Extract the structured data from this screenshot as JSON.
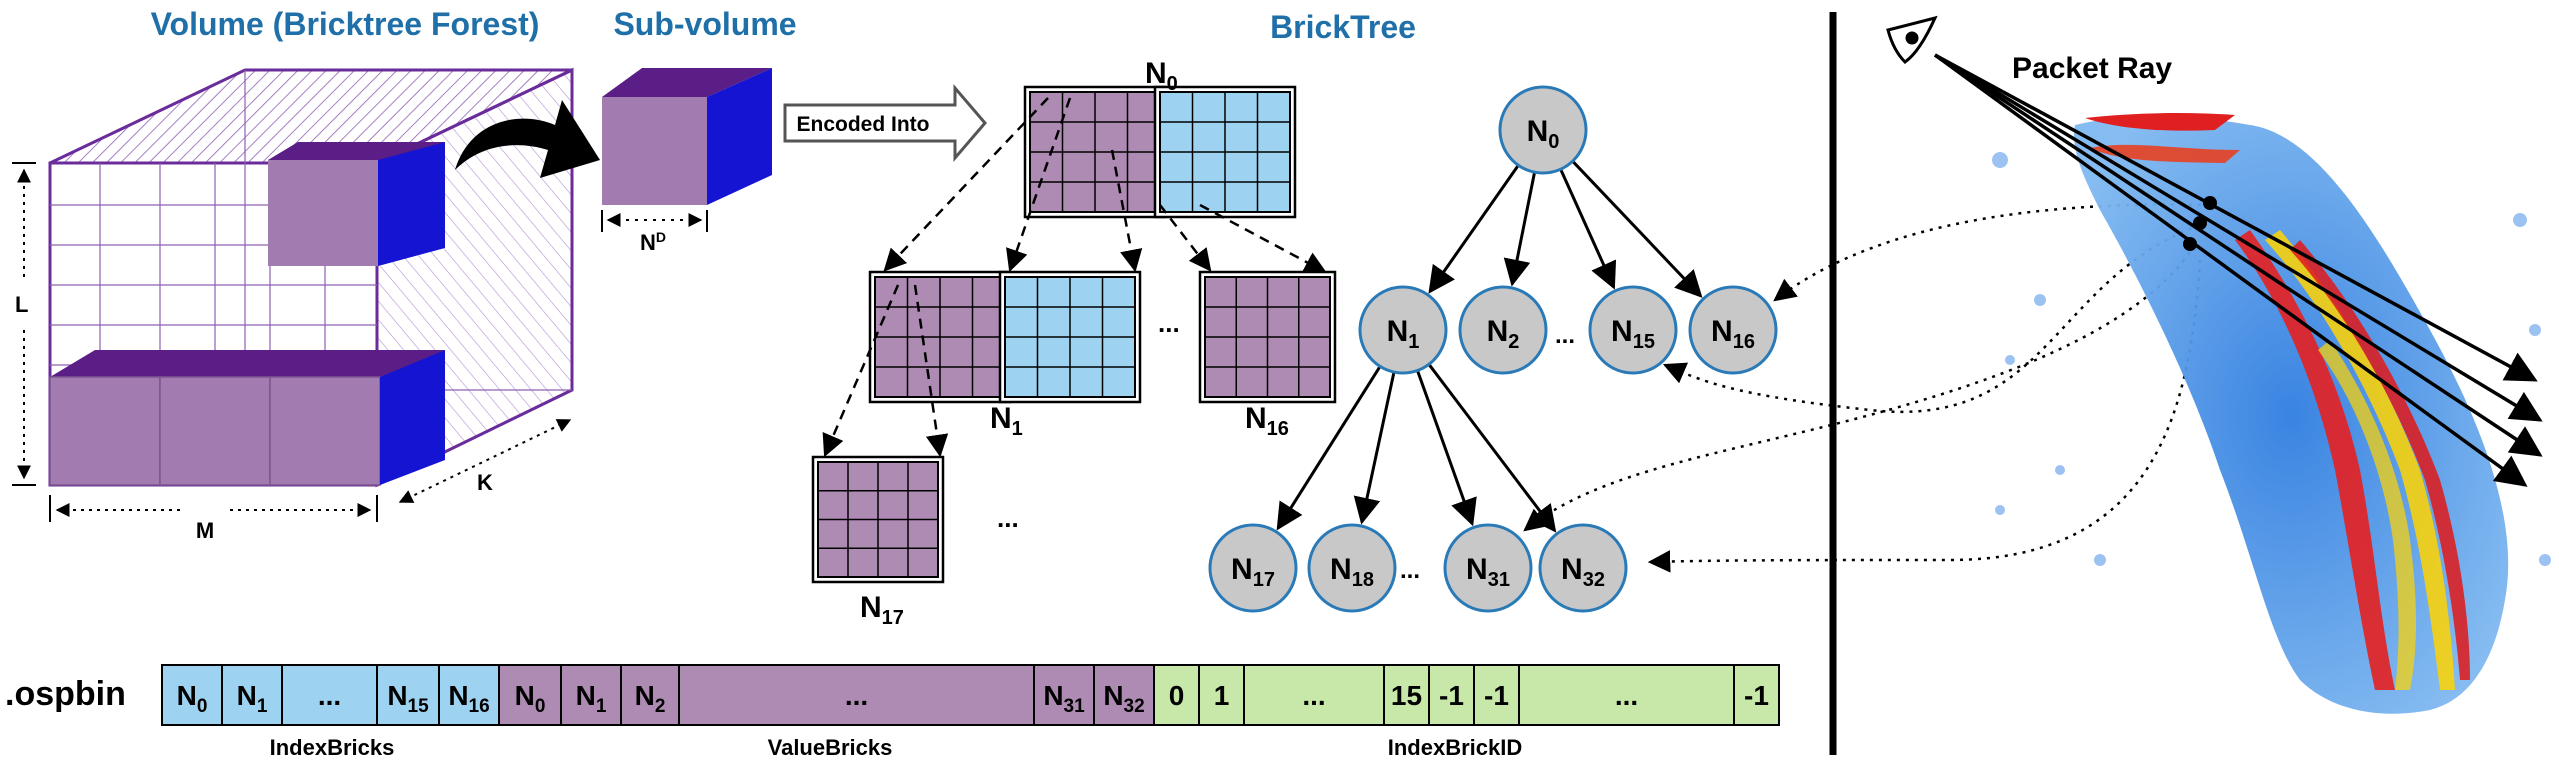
{
  "titles": {
    "volume": "Volume (Bricktree Forest)",
    "subvolume": "Sub-volume",
    "bricktree": "BrickTree",
    "packet_ray": "Packet Ray"
  },
  "arrow_label": "Encoded Into",
  "dims": {
    "l": "L",
    "m": "M",
    "k": "K",
    "n": "N",
    "d": "D"
  },
  "node_prefix": "N",
  "ellipsis": "...",
  "brick_ids": {
    "root": "0",
    "n1": "1",
    "n16": "16",
    "n17": "17"
  },
  "tree": [
    {
      "id": "0"
    },
    {
      "id": "1"
    },
    {
      "id": "2"
    },
    {
      "id": "15"
    },
    {
      "id": "16"
    },
    {
      "id": "17"
    },
    {
      "id": "18"
    },
    {
      "id": "31"
    },
    {
      "id": "32"
    }
  ],
  "file_label": ".ospbin",
  "index_bricks": {
    "cells": [
      "0",
      "1",
      "...",
      "15",
      "16"
    ],
    "label": "IndexBricks"
  },
  "value_bricks": {
    "cells": [
      "0",
      "1",
      "2",
      "...",
      "31",
      "32"
    ],
    "label": "ValueBricks"
  },
  "index_brick_id": {
    "cells": [
      "0",
      "1",
      "...",
      "15",
      "-1",
      "-1",
      "...",
      "-1"
    ],
    "label": "IndexBrickID"
  },
  "colors": {
    "purple": "#ad8bb2",
    "blue": "#9dd3f0",
    "green": "#c7e8a9",
    "cube_top": "#5a1e86",
    "cube_side": "#1414d2",
    "title_blue": "#1f6fa8",
    "node_fill": "#c8c8c8",
    "node_stroke": "#2a7ab8"
  }
}
